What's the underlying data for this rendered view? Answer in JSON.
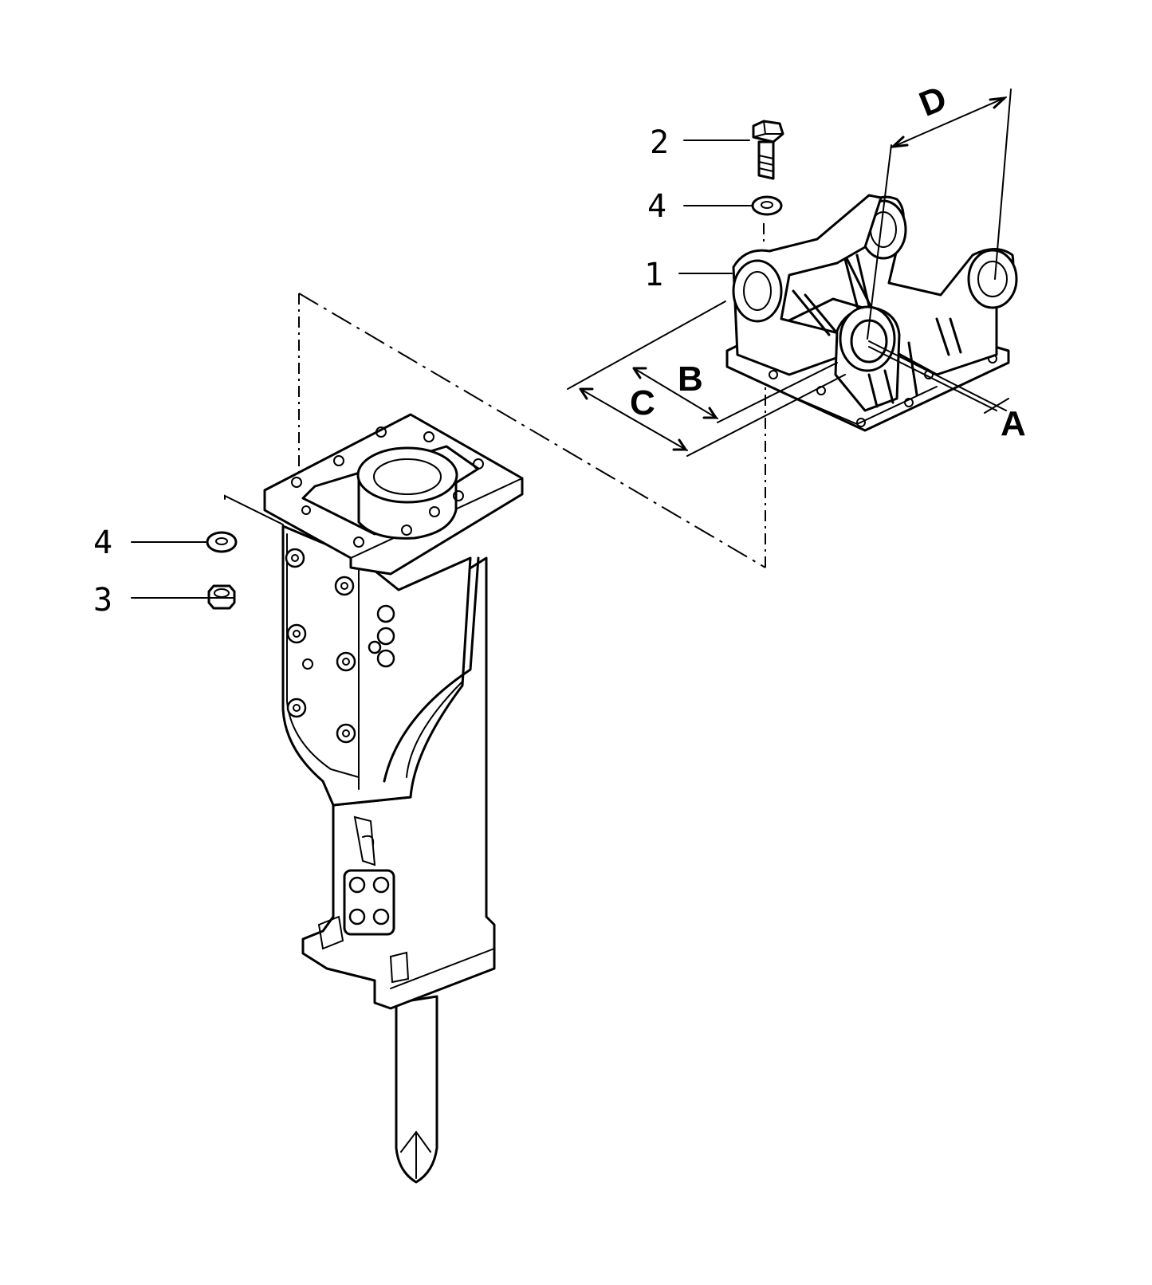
{
  "callouts": {
    "bracket": "1",
    "bolt": "2",
    "nut": "3",
    "washer_top": "4",
    "washer_left": "4"
  },
  "dimensions": {
    "a": "A",
    "b": "B",
    "c": "C",
    "d": "D"
  }
}
